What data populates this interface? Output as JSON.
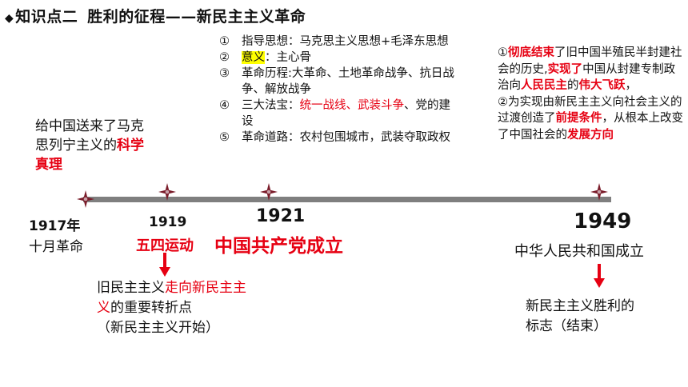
{
  "title": {
    "bullet": "◆",
    "part1": "知识点二",
    "part2": "胜利的征程——新民主主义革命"
  },
  "points": [
    {
      "num": "①",
      "text": "指导思想：马克思主义思想+毛泽东思想"
    },
    {
      "num": "②",
      "label": "意义",
      "text": "：主心骨"
    },
    {
      "num": "③",
      "text": "革命历程:大革命、土地革命战争、抗日战争、解放战争"
    },
    {
      "num": "④",
      "a": "三大法宝：",
      "red": "统一战线、武装斗争",
      "b": "、党的建设"
    },
    {
      "num": "⑤",
      "text": "革命道路：农村包围城市，武装夺取政权"
    }
  ],
  "left_note": {
    "text": "给中国送来了马克思列宁主义的",
    "red": "科学真理"
  },
  "right_note": {
    "s1": "①",
    "r1": "彻底结束",
    "s2": "了旧中国半殖民半封建社会的历史,",
    "r2": "实现了",
    "s3": "中国从封建专制政治向",
    "r3": "人民民主",
    "s4": "的",
    "r4": "伟大飞跃",
    "s5": "，",
    "s6": "②为实现由新民主主义向社会主义的过渡创造了",
    "r6": "前提条件",
    "s7": "，从根本上改变了中国社会的",
    "r7": "发展方向"
  },
  "events": {
    "y1917": "1917年",
    "e1917": "十月革命",
    "y1919": "1919",
    "e1919": "五四运动",
    "y1921": "1921",
    "e1921": "中国共产党成立",
    "y1949": "1949",
    "e1949": "中华人民共和国成立"
  },
  "note_1919": {
    "a": "旧民主主义",
    "r1": "走向新民主主义",
    "b": "的重要转折点",
    "c": "（新民主主义开始）"
  },
  "note_1949": {
    "a": "新民主主义胜利的",
    "b": "标志（结束）"
  },
  "colors": {
    "red": "#e60012",
    "highlight": "#ffff00",
    "timeline": "#7f7f7f",
    "star": "#7a1c2a"
  }
}
